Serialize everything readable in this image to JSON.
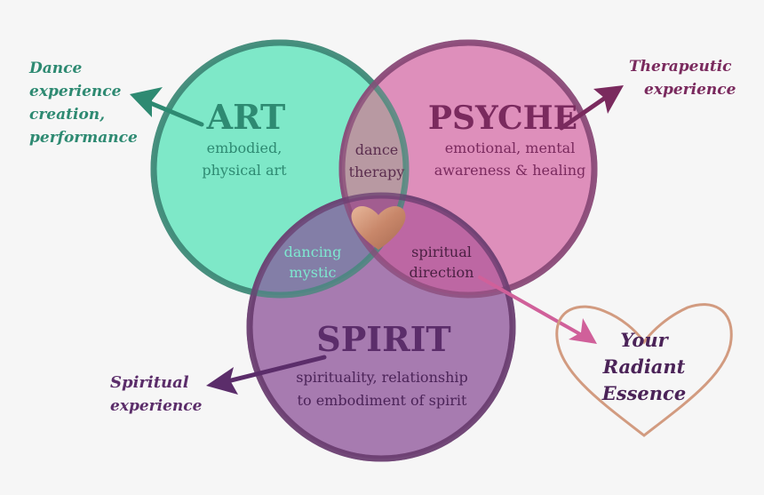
{
  "circles": {
    "art": {
      "title": "ART",
      "subtitle_lines": [
        "embodied,",
        "physical art"
      ]
    },
    "psyche": {
      "title": "PSYCHE",
      "subtitle_lines": [
        "emotional, mental",
        "awareness & healing"
      ]
    },
    "spirit": {
      "title": "SPIRIT",
      "subtitle_lines": [
        "spirituality, relationship",
        "to embodiment of spirit"
      ]
    }
  },
  "overlaps": {
    "art_psyche": [
      "dance",
      "therapy"
    ],
    "art_spirit": [
      "dancing",
      "mystic"
    ],
    "psyche_spirit": [
      "spiritual",
      "direction"
    ]
  },
  "outcomes": {
    "art": [
      "Dance",
      "experience",
      "creation,",
      "performance"
    ],
    "psyche": [
      "Therapeutic",
      "experience"
    ],
    "spirit": [
      "Spiritual",
      "experience"
    ],
    "center": [
      "Your",
      "Radiant",
      "Essence"
    ]
  },
  "colors": {
    "art_fill": "#7ee8c8",
    "art_stroke": "#3f8a78",
    "psyche_fill": "#de8fbb",
    "psyche_stroke": "#8a4a78",
    "spirit_fill": "#a77bb0",
    "spirit_stroke": "#6b3f72",
    "art_text": "#2e8a72",
    "psyche_text": "#7a2a5e",
    "spirit_text": "#5b2d6a",
    "copper": "#c8876a",
    "pink_arrow": "#d0609a"
  }
}
